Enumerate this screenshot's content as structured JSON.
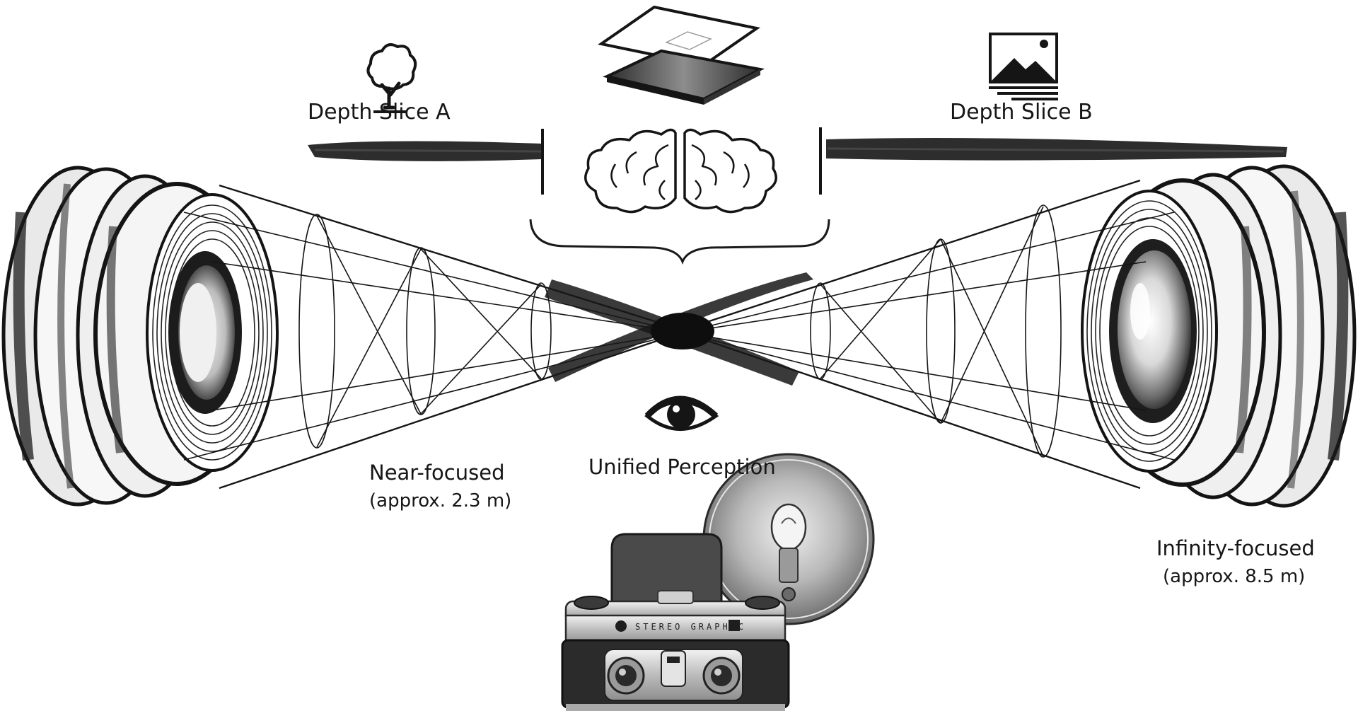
{
  "labels": {
    "depth_slice_a": "Depth Slice A",
    "depth_slice_b": "Depth Slice B",
    "unified_perception": "Unified Perception",
    "near_focused": "Near-focused",
    "near_focused_distance": "(approx. 2.3 m)",
    "infinity_focused": "Infinity-focused",
    "infinity_focused_distance": "(approx. 8.5 m)"
  },
  "camera": {
    "brand_plate": "STEREO GRAPHIC"
  },
  "icons": {
    "near_scene": "tree-icon",
    "far_scene": "landscape-picture-icon",
    "stacked_layers": "layers-icon",
    "brain": "brain-icon",
    "viewer": "eye-icon"
  },
  "colors": {
    "ink": "#151515",
    "paper": "#ffffff",
    "chrome": "#c9c9c9"
  }
}
